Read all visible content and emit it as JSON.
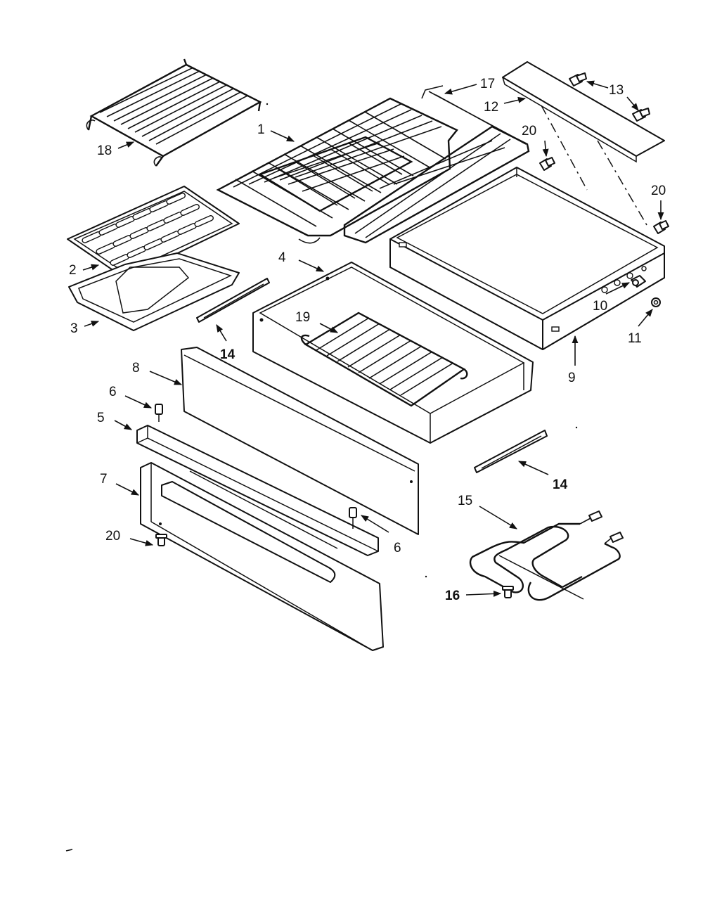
{
  "diagram": {
    "callouts": {
      "c1": "1",
      "c2": "2",
      "c3": "3",
      "c4": "4",
      "c5": "5",
      "c6a": "6",
      "c6b": "6",
      "c7": "7",
      "c8": "8",
      "c9": "9",
      "c10": "10",
      "c11": "11",
      "c12": "12",
      "c13": "13",
      "c14a": "14",
      "c14b": "14",
      "c15": "15",
      "c16": "16",
      "c17": "17",
      "c18": "18",
      "c19": "19",
      "c20a": "20",
      "c20b": "20",
      "c20c": "20"
    }
  }
}
